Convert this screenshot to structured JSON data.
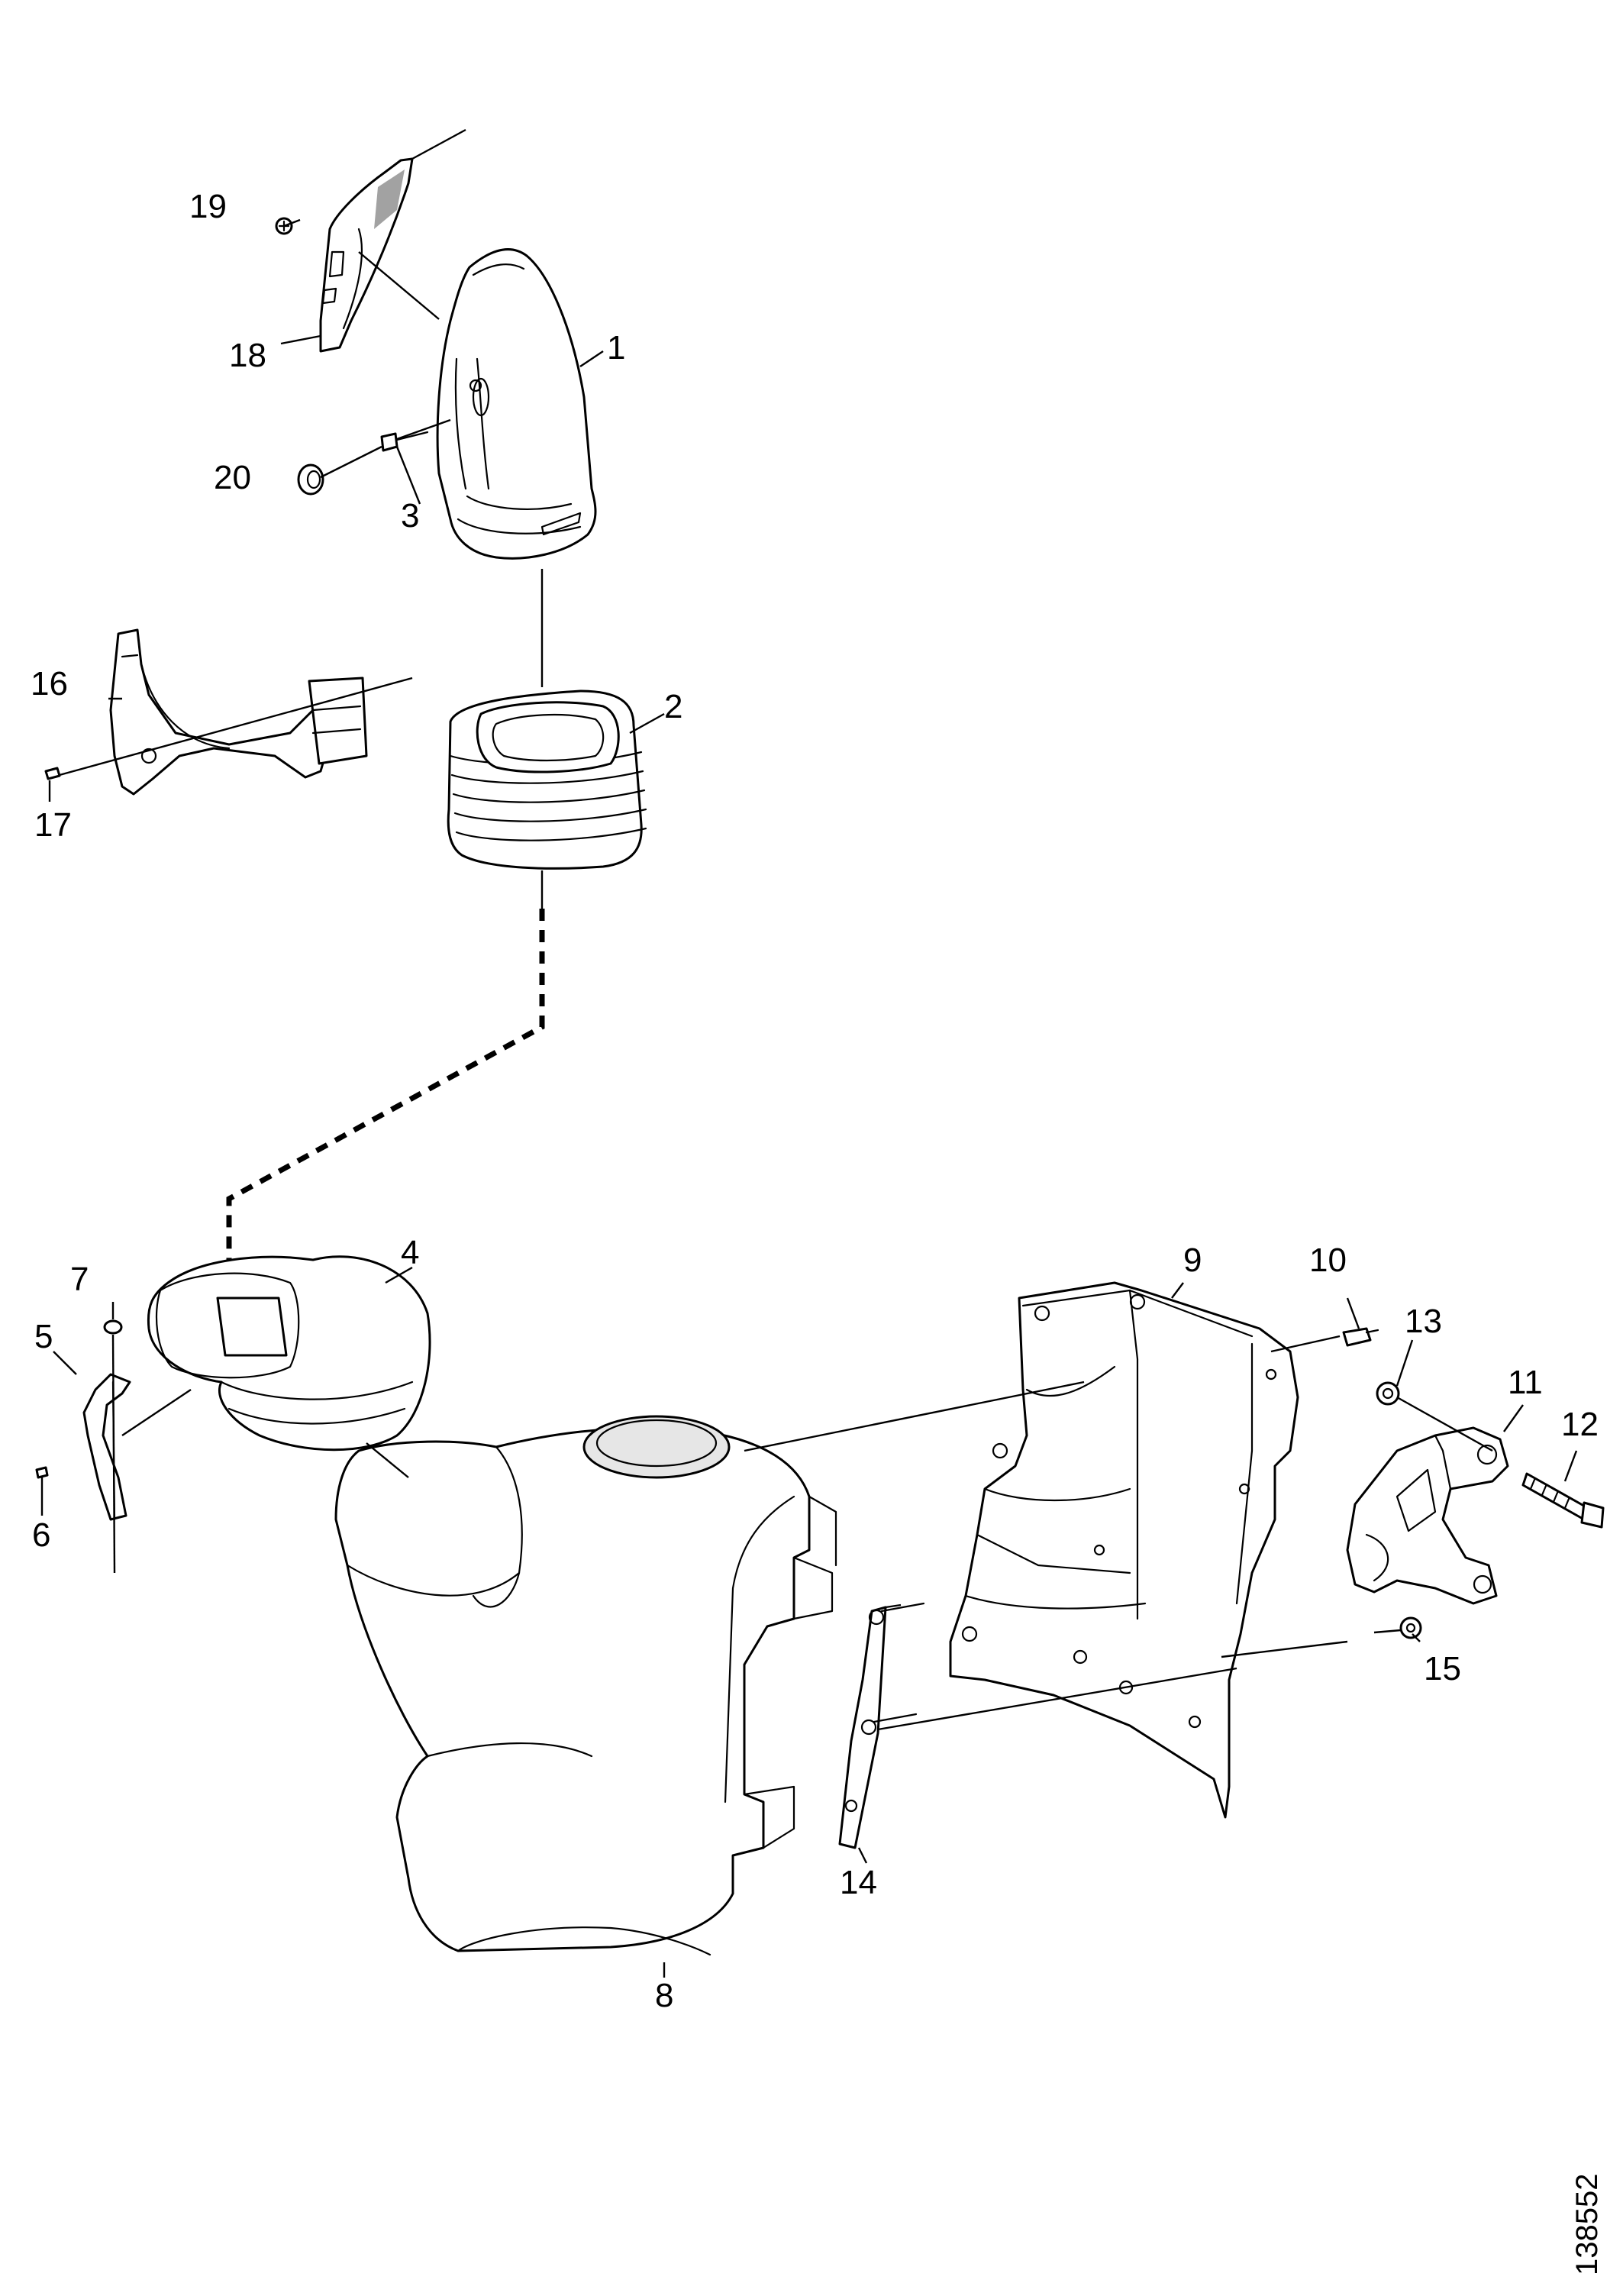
{
  "diagram": {
    "document_number": "138552",
    "callouts": [
      {
        "id": "1",
        "label": "1"
      },
      {
        "id": "2",
        "label": "2"
      },
      {
        "id": "3",
        "label": "3"
      },
      {
        "id": "4",
        "label": "4"
      },
      {
        "id": "5",
        "label": "5"
      },
      {
        "id": "6",
        "label": "6"
      },
      {
        "id": "7",
        "label": "7"
      },
      {
        "id": "8",
        "label": "8"
      },
      {
        "id": "9",
        "label": "9"
      },
      {
        "id": "10",
        "label": "10"
      },
      {
        "id": "11",
        "label": "11"
      },
      {
        "id": "12",
        "label": "12"
      },
      {
        "id": "13",
        "label": "13"
      },
      {
        "id": "14",
        "label": "14"
      },
      {
        "id": "15",
        "label": "15"
      },
      {
        "id": "16",
        "label": "16"
      },
      {
        "id": "17",
        "label": "17"
      },
      {
        "id": "18",
        "label": "18"
      },
      {
        "id": "19",
        "label": "19"
      },
      {
        "id": "20",
        "label": "20"
      }
    ],
    "colors": {
      "line": "#000000",
      "background": "#ffffff",
      "shade": "#e6e6e6"
    }
  }
}
